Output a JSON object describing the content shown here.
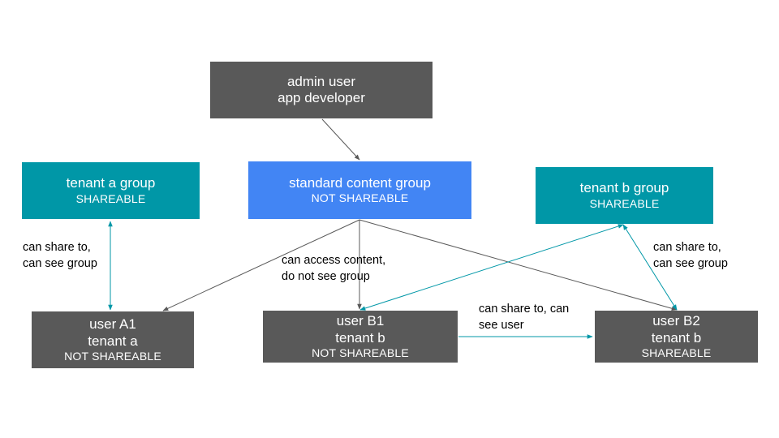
{
  "nodes": {
    "admin": {
      "line1": "admin user",
      "line2": "app developer"
    },
    "standard_group": {
      "title": "standard content group",
      "sub": "NOT SHAREABLE"
    },
    "tenant_a_group": {
      "title": "tenant a group",
      "sub": "SHAREABLE"
    },
    "tenant_b_group": {
      "title": "tenant b group",
      "sub": "SHAREABLE"
    },
    "user_a1": {
      "line1": "user A1",
      "line2": "tenant a",
      "sub": "NOT SHAREABLE"
    },
    "user_b1": {
      "line1": "user B1",
      "line2": "tenant b",
      "sub": "NOT SHAREABLE"
    },
    "user_b2": {
      "line1": "user B2",
      "line2": "tenant b",
      "sub": "SHAREABLE"
    }
  },
  "labels": {
    "tenant_a_share": {
      "line1": "can share to,",
      "line2": "can see group"
    },
    "access_content": {
      "line1": "can access content,",
      "line2": "do not see group"
    },
    "tenant_b_share": {
      "line1": "can share to,",
      "line2": "can see group"
    },
    "share_user": {
      "line1": "can share to, can",
      "line2": "see user"
    }
  },
  "colors": {
    "dark": "#595959",
    "teal": "#0097a7",
    "blue": "#4285f4",
    "gray_edge": "#595959"
  }
}
